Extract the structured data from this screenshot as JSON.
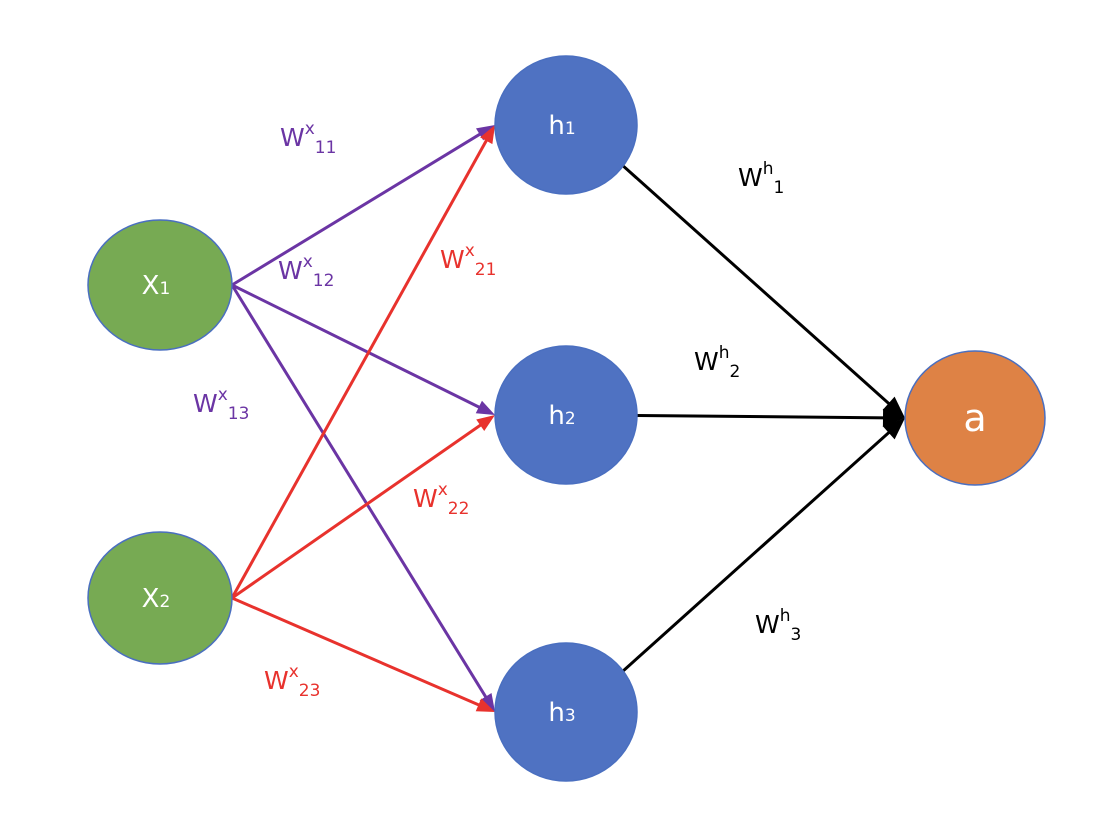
{
  "diagram": {
    "type": "neural-network",
    "colors": {
      "input_node": "#77AA53",
      "hidden_node": "#4F72C2",
      "output_node": "#DE8245",
      "node_border": "#4A6FC0",
      "input1_edges": "#6B35A4",
      "input2_edges": "#E8322D",
      "output_edges": "#000000",
      "node_text": "#FFFFFF"
    },
    "nodes": [
      {
        "id": "x1",
        "layer": "input",
        "base": "X",
        "sub": "1"
      },
      {
        "id": "x2",
        "layer": "input",
        "base": "X",
        "sub": "2"
      },
      {
        "id": "h1",
        "layer": "hidden",
        "base": "h",
        "sub": "1"
      },
      {
        "id": "h2",
        "layer": "hidden",
        "base": "h",
        "sub": "2"
      },
      {
        "id": "h3",
        "layer": "hidden",
        "base": "h",
        "sub": "3"
      },
      {
        "id": "a",
        "layer": "output",
        "base": "a",
        "sub": ""
      }
    ],
    "edges": [
      {
        "from": "x1",
        "to": "h1",
        "label": {
          "base": "W",
          "sup": "x",
          "sub": "11"
        },
        "color_key": "input1_edges"
      },
      {
        "from": "x1",
        "to": "h2",
        "label": {
          "base": "W",
          "sup": "x",
          "sub": "12"
        },
        "color_key": "input1_edges"
      },
      {
        "from": "x1",
        "to": "h3",
        "label": {
          "base": "W",
          "sup": "x",
          "sub": "13"
        },
        "color_key": "input1_edges"
      },
      {
        "from": "x2",
        "to": "h1",
        "label": {
          "base": "W",
          "sup": "x",
          "sub": "21"
        },
        "color_key": "input2_edges"
      },
      {
        "from": "x2",
        "to": "h2",
        "label": {
          "base": "W",
          "sup": "x",
          "sub": "22"
        },
        "color_key": "input2_edges"
      },
      {
        "from": "x2",
        "to": "h3",
        "label": {
          "base": "W",
          "sup": "x",
          "sub": "23"
        },
        "color_key": "input2_edges"
      },
      {
        "from": "h1",
        "to": "a",
        "label": {
          "base": "W",
          "sup": "h",
          "sub": "1"
        },
        "color_key": "output_edges"
      },
      {
        "from": "h2",
        "to": "a",
        "label": {
          "base": "W",
          "sup": "h",
          "sub": "2"
        },
        "color_key": "output_edges"
      },
      {
        "from": "h3",
        "to": "a",
        "label": {
          "base": "W",
          "sup": "h",
          "sub": "3"
        },
        "color_key": "output_edges"
      }
    ]
  }
}
